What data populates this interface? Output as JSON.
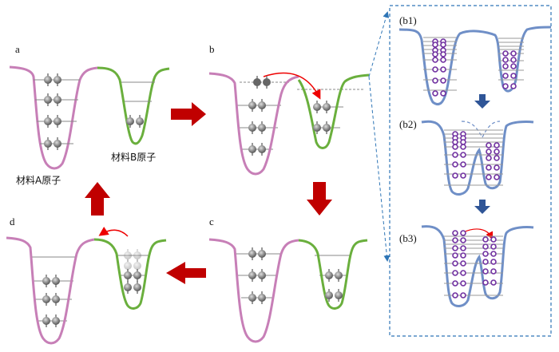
{
  "panels": {
    "a": {
      "label": "a",
      "material_a": "材料A原子",
      "material_b": "材料B原子"
    },
    "b": {
      "label": "b"
    },
    "c": {
      "label": "c"
    },
    "d": {
      "label": "d"
    }
  },
  "inset": {
    "b1": "(b1)",
    "b2": "(b2)",
    "b3": "(b3)"
  },
  "colors": {
    "material_a": "#c77fb7",
    "material_b": "#6aaf3d",
    "arrow": "#c00000",
    "inset_well": "#6f8fc7",
    "inset_arrow": "#2f5597",
    "electron_inset": "#7030a0"
  }
}
